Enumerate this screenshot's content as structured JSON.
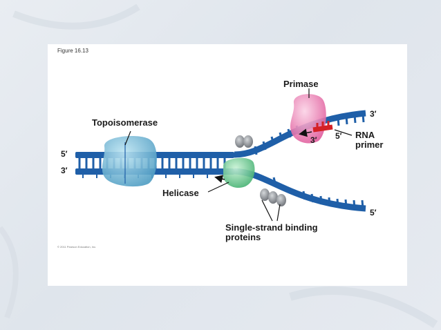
{
  "figure_label": "Figure 16.13",
  "copyright": "© 2011 Pearson Education, Inc.",
  "labels": {
    "topoisomerase": "Topoisomerase",
    "helicase": "Helicase",
    "primase": "Primase",
    "rna_primer_line1": "RNA",
    "rna_primer_line2": "primer",
    "ssb_line1": "Single-strand binding",
    "ssb_line2": "proteins"
  },
  "strand_ends": {
    "left_top": "5′",
    "left_bottom": "3′",
    "upper_right": "3′",
    "primer_3": "3′",
    "primer_5": "5′",
    "lower_right": "5′"
  },
  "colors": {
    "dna": "#1f5fa8",
    "topoisomerase": "#6fb6d6",
    "helicase": "#6fd08f",
    "primase": "#ec7fb2",
    "rna_primer": "#d42026",
    "ssb": "#8a8f95"
  }
}
